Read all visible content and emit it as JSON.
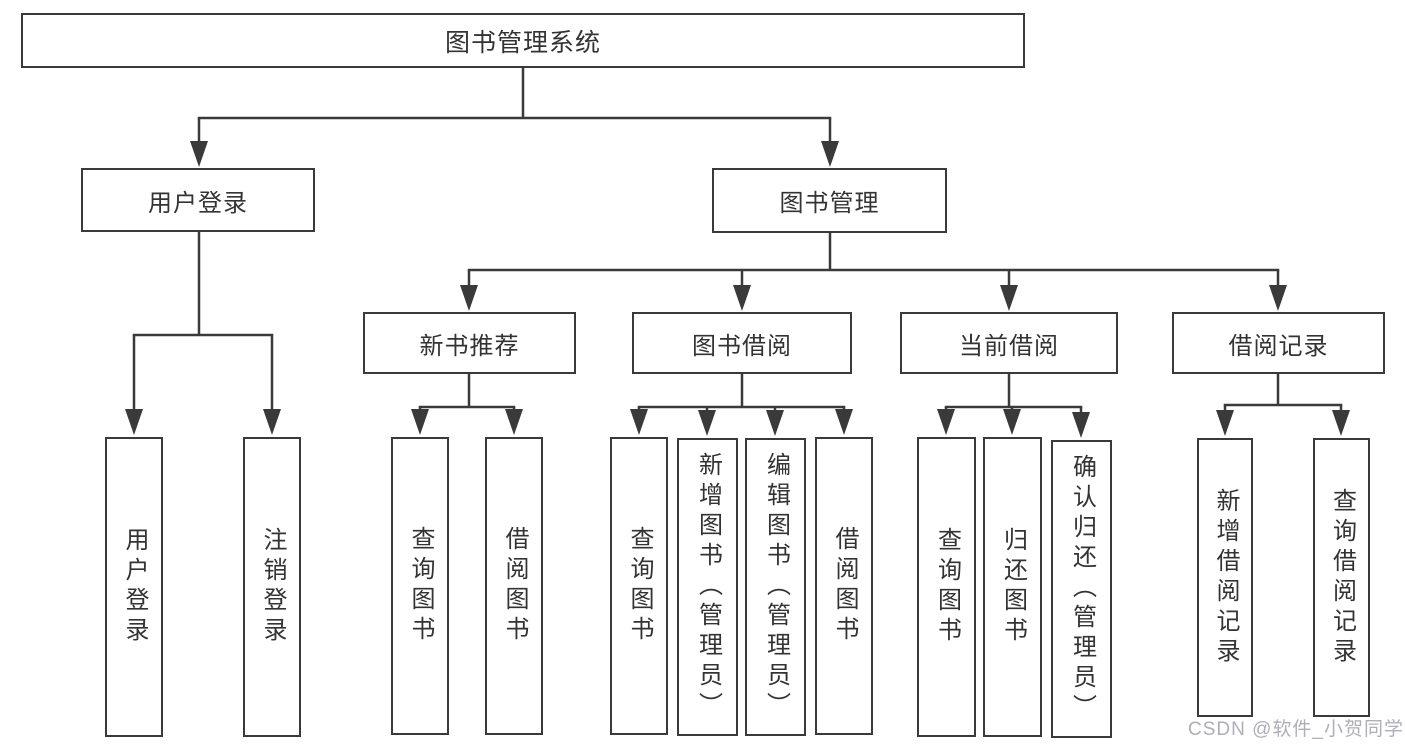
{
  "diagram": {
    "type": "tree",
    "title": "图书管理系统",
    "colors": {
      "line": "#3a3a3a",
      "text": "#333333",
      "box_background": "#ffffff",
      "watermark": "#a5a5af"
    },
    "tree": {
      "root": {
        "label": "图书管理系统"
      },
      "branches": [
        {
          "label": "用户登录",
          "leaves": [
            {
              "label": "用户登录"
            },
            {
              "label": "注销登录"
            }
          ]
        },
        {
          "label": "图书管理",
          "groups": [
            {
              "label": "新书推荐",
              "leaves": [
                {
                  "label": "查询图书"
                },
                {
                  "label": "借阅图书"
                }
              ]
            },
            {
              "label": "图书借阅",
              "leaves": [
                {
                  "label": "查询图书"
                },
                {
                  "label": "新增图书（管理员）"
                },
                {
                  "label": "编辑图书（管理员）"
                },
                {
                  "label": "借阅图书"
                }
              ]
            },
            {
              "label": "当前借阅",
              "leaves": [
                {
                  "label": "查询图书"
                },
                {
                  "label": "归还图书"
                },
                {
                  "label": "确认归还（管理员）"
                }
              ]
            },
            {
              "label": "借阅记录",
              "leaves": [
                {
                  "label": "新增借阅记录"
                },
                {
                  "label": "查询借阅记录"
                }
              ]
            }
          ]
        }
      ]
    },
    "watermark": {
      "text": "CSDN @软件_小贺同学"
    }
  }
}
